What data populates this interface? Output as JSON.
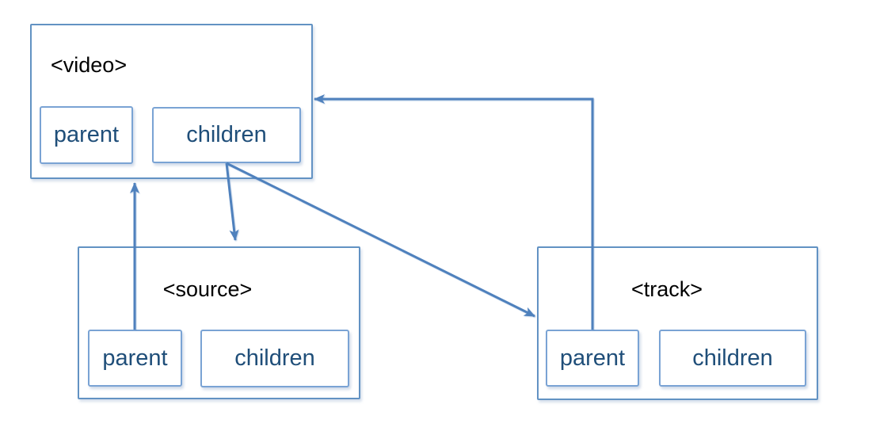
{
  "diagram": {
    "nodes": [
      {
        "id": "video",
        "tag": "<video>",
        "slots": [
          "parent",
          "children"
        ]
      },
      {
        "id": "source",
        "tag": "<source>",
        "slots": [
          "parent",
          "children"
        ]
      },
      {
        "id": "track",
        "tag": "<track>",
        "slots": [
          "parent",
          "children"
        ]
      }
    ],
    "edges": [
      {
        "from": "source.parent",
        "to": "video",
        "arrow": "end"
      },
      {
        "from": "video.children",
        "to": "source",
        "arrow": "end"
      },
      {
        "from": "video.children",
        "to": "track",
        "arrow": "end"
      },
      {
        "from": "track.parent",
        "to": "video",
        "arrow": "end"
      }
    ],
    "colors": {
      "connector": "#4f81bd",
      "box_border": "#6292c3",
      "slot_border": "#7aa3d4",
      "slot_text": "#1f4e79",
      "tag_text": "#000000",
      "background": "#ffffff"
    }
  }
}
